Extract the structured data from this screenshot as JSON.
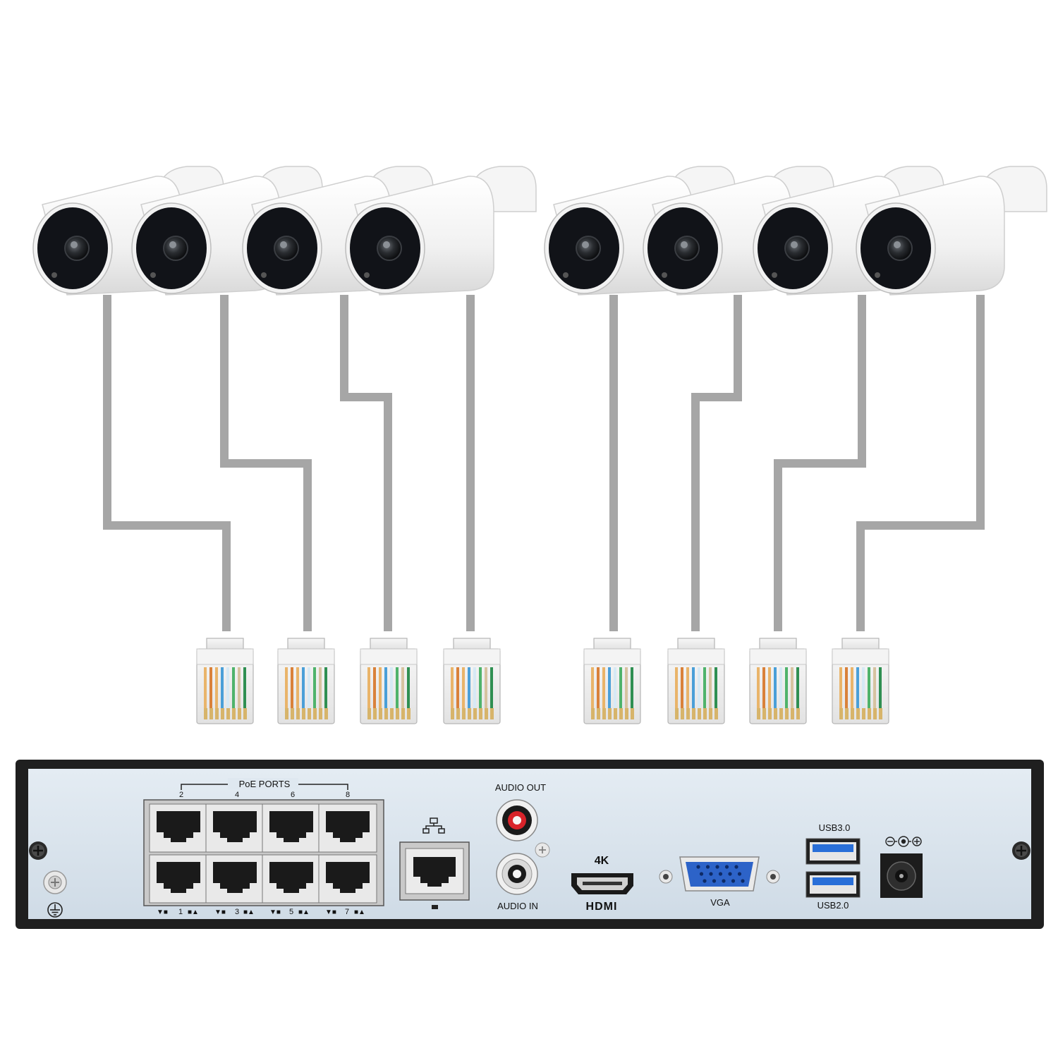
{
  "nvr": {
    "poe_ports_label": "PoE PORTS",
    "top_port_numbers": [
      "2",
      "4",
      "6",
      "8"
    ],
    "bottom_port_numbers": [
      "1",
      "3",
      "5",
      "7"
    ],
    "audio_out_label": "AUDIO OUT",
    "audio_in_label": "AUDIO IN",
    "hdmi_resolution_label": "4K",
    "hdmi_label": "HDMI",
    "vga_label": "VGA",
    "usb3_label": "USB3.0",
    "usb2_label": "USB2.0",
    "network_icon": "network-icon",
    "ground_icon": "ground-icon",
    "power_polarity_icon": "dc-polarity-icon"
  },
  "cameras": [
    {
      "name": "camera-1"
    },
    {
      "name": "camera-2"
    },
    {
      "name": "camera-3"
    },
    {
      "name": "camera-4"
    },
    {
      "name": "camera-5"
    },
    {
      "name": "camera-6"
    },
    {
      "name": "camera-7"
    },
    {
      "name": "camera-8"
    }
  ],
  "colors": {
    "cable": "#a6a6a6",
    "chassis": "#1f1f1f",
    "panel": "#dce6ef",
    "camera_body": "#f4f4f4",
    "usb_blue": "#2a6fd8",
    "vga_blue": "#2d63c8",
    "rca_red": "#d8232a"
  }
}
